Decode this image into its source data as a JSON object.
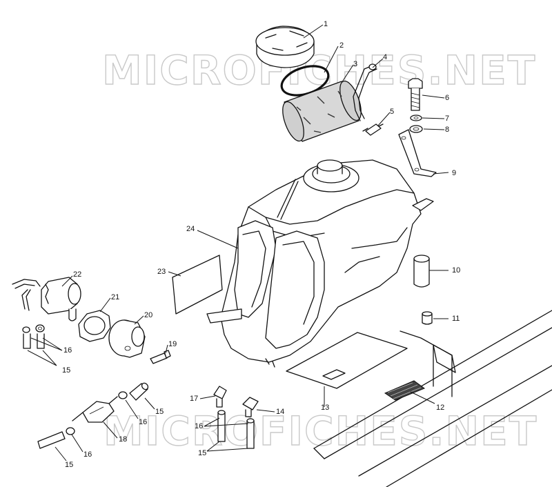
{
  "watermarks": [
    "MICROFICHES.NET",
    "MICROFICHES.NET"
  ],
  "callouts": [
    "1",
    "2",
    "3",
    "4",
    "5",
    "6",
    "7",
    "8",
    "9",
    "24",
    "10",
    "23",
    "22",
    "21",
    "20",
    "11",
    "16",
    "15",
    "19",
    "13",
    "12",
    "17",
    "14",
    "15",
    "16",
    "18",
    "16",
    "15",
    "16",
    "15"
  ]
}
